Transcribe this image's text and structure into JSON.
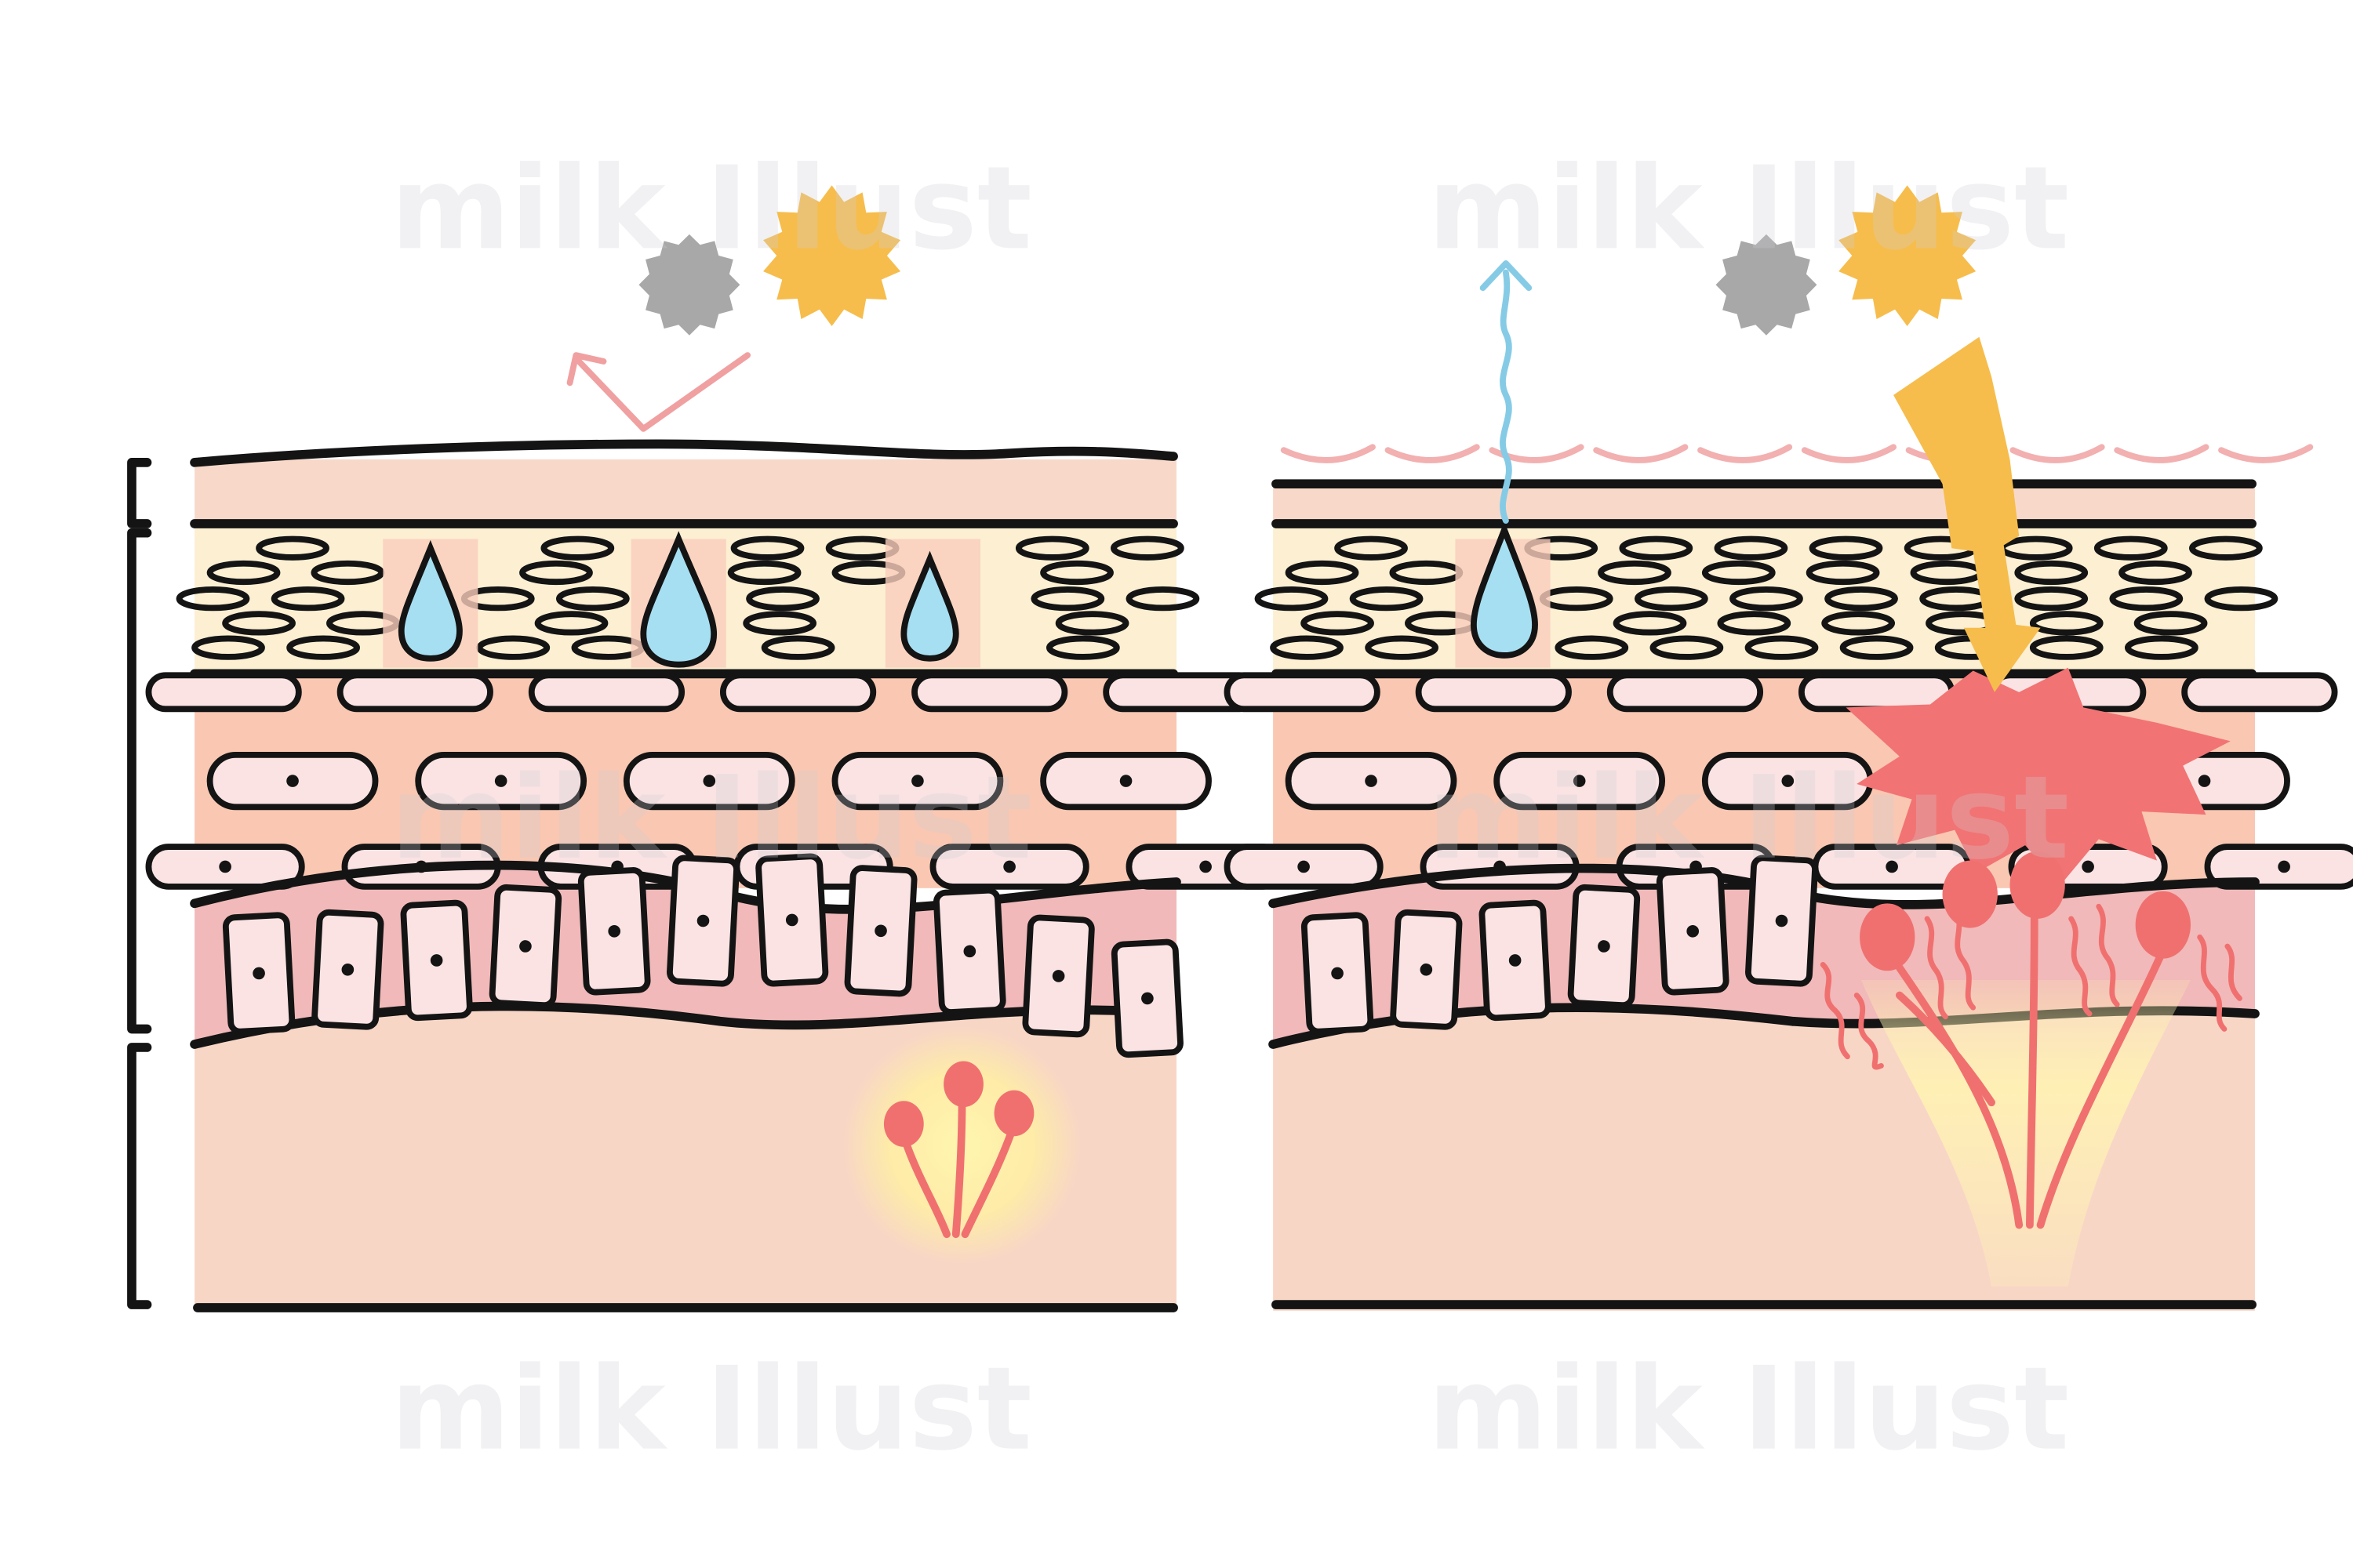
{
  "watermark": {
    "text": "milk Illust"
  },
  "colors": {
    "outline": "#141414",
    "skin_surface": "#f8d9c9",
    "stratum_corneum": "#fcefd2",
    "granular_layer": "#f9c7b2",
    "basal_layer": "#f1b9b9",
    "dermis": "#f8d6c6",
    "cell_fill": "#fbe3e3",
    "water_drop": "#a6dff2",
    "sun_ray": "#f6bd4d",
    "pollution": "#a8a8a8",
    "reflect_arrow": "#f0a0a0",
    "inflammation": "#f27373",
    "nerve": "#f07070",
    "glow": "#fff2a8",
    "evaporation_arrow": "#86cbe6"
  },
  "panels": [
    {
      "name": "healthy-skin-panel",
      "barrier": "intact",
      "water_drops": 3
    },
    {
      "name": "damaged-skin-panel",
      "barrier": "damaged",
      "water_drops": 1
    }
  ],
  "icons": [
    "sun-icon",
    "pollution-particle-icon",
    "reflect-arrow-icon",
    "evaporation-arrow-icon",
    "lightning-bolt-icon",
    "inflammation-burst-icon",
    "nerve-ending-icon",
    "water-drop-icon",
    "cell-nucleus-icon"
  ]
}
